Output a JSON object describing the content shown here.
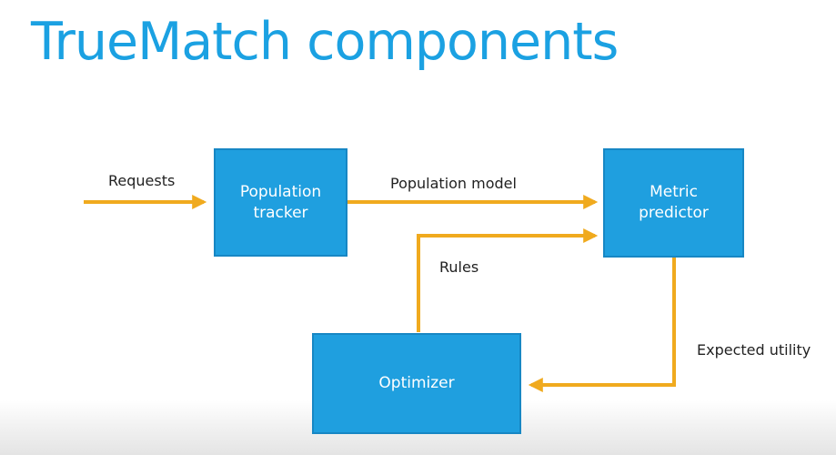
{
  "slide": {
    "title": "TrueMatch components"
  },
  "nodes": {
    "population_tracker": {
      "label_line1": "Population",
      "label_line2": "tracker"
    },
    "metric_predictor": {
      "label_line1": "Metric",
      "label_line2": "predictor"
    },
    "optimizer": {
      "label_line1": "Optimizer"
    }
  },
  "edges": {
    "requests": "Requests",
    "population_model": "Population model",
    "rules": "Rules",
    "expected_utility": "Expected utility"
  },
  "colors": {
    "title": "#1ba1e2",
    "box_fill": "#1f9fdf",
    "box_border": "#1787c4",
    "arrow": "#f0aa1e"
  }
}
